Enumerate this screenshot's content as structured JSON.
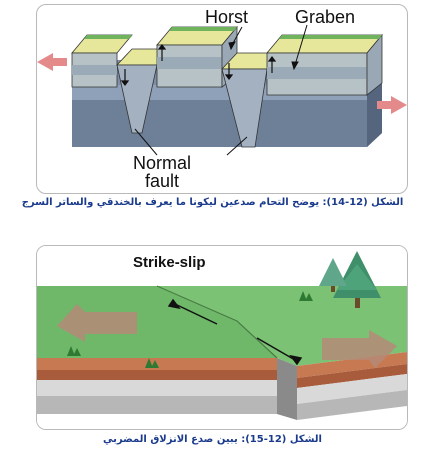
{
  "horst_graben": {
    "label_horst": "Horst",
    "label_graben": "Graben",
    "label_normal": "Normal",
    "label_fault": "fault",
    "caption": "الشكل (12-14): يوضح التحام صدعين ليكونا ما يعرف بالخندقي والساتر السرج"
  },
  "strike_slip": {
    "title": "Strike-slip",
    "caption": "الشكل (12-15): يبين صدع الانزلاق المضربي"
  },
  "colors": {
    "top_surface": "#e6e79a",
    "top_green": "#6fb45c",
    "side_front": "#8fa0b9",
    "side_dark": "#6e7f98",
    "arrow_pink": "#e58a8a",
    "ground_green": "#6fb86a",
    "soil_red": "#c77a52",
    "caption_blue": "#1a3a8c"
  }
}
